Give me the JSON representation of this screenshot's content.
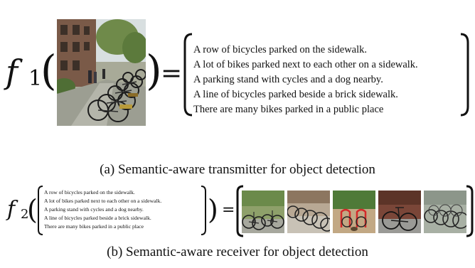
{
  "panel_a": {
    "function_name": "f",
    "function_subscript": "1",
    "equals": "=",
    "sentences": [
      "A row of bicycles parked on the sidewalk.",
      "A lot of bikes parked next to each other on a sidewalk.",
      "A parking stand with cycles and a dog nearby.",
      "A line of bicycles parked beside a brick sidewalk.",
      "There are many bikes parked in a public place"
    ],
    "caption": "(a) Semantic-aware transmitter for object detection"
  },
  "panel_b": {
    "function_name": "f",
    "function_subscript": "2",
    "equals": "=",
    "sentences": [
      "A row of bicycles parked on the sidewalk.",
      "A lot of bikes parked next to each other on a sidewalk.",
      "A parking stand with cycles and a dog nearby.",
      "A line of bicycles parked beside a brick sidewalk.",
      "There are many bikes parked in a public place"
    ],
    "caption": "(b) Semantic-aware receiver for object detection"
  },
  "colors": {
    "text": "#111111",
    "background": "#ffffff"
  }
}
